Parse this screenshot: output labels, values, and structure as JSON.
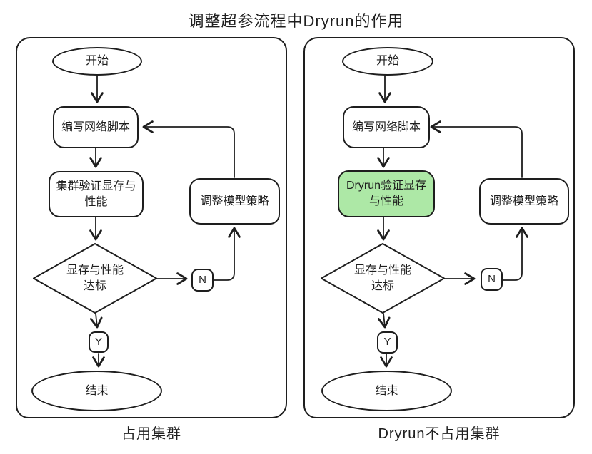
{
  "title": "调整超参流程中Dryrun的作用",
  "colors": {
    "stroke": "#1e1e1e",
    "highlight_fill": "#ade8a6",
    "background": "#ffffff"
  },
  "left": {
    "caption": "占用集群",
    "nodes": {
      "start": "开始",
      "write": "编写网络脚本",
      "validate": "集群验证显存与\n性能",
      "adjust": "调整模型策略",
      "decision": "显存与性能\n达标",
      "branch_no": "N",
      "branch_yes": "Y",
      "end": "结束"
    }
  },
  "right": {
    "caption": "Dryrun不占用集群",
    "nodes": {
      "start": "开始",
      "write": "编写网络脚本",
      "validate": "Dryrun验证显存\n与性能",
      "adjust": "调整模型策略",
      "decision": "显存与性能\n达标",
      "branch_no": "N",
      "branch_yes": "Y",
      "end": "结束"
    }
  }
}
